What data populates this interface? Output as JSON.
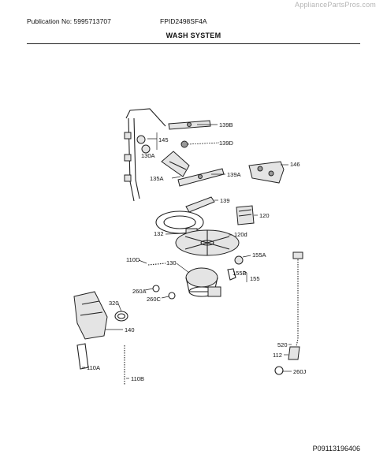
{
  "header": {
    "watermark": "AppliancePartsPros.com",
    "publication": "Publication No: 5995713707",
    "model": "FPID2498SF4A",
    "section_title": "WASH SYSTEM"
  },
  "footer": {
    "document_number": "P09113196406"
  },
  "callouts": [
    {
      "id": "139B",
      "text": "139B"
    },
    {
      "id": "139D",
      "text": "139D"
    },
    {
      "id": "145",
      "text": "145"
    },
    {
      "id": "130A",
      "text": "130A"
    },
    {
      "id": "146",
      "text": "146"
    },
    {
      "id": "135A",
      "text": "135A"
    },
    {
      "id": "139A",
      "text": "139A"
    },
    {
      "id": "139",
      "text": "139"
    },
    {
      "id": "120",
      "text": "120"
    },
    {
      "id": "132",
      "text": "132"
    },
    {
      "id": "120d",
      "text": "120d"
    },
    {
      "id": "110D",
      "text": "110D"
    },
    {
      "id": "155A",
      "text": "155A"
    },
    {
      "id": "130",
      "text": "130"
    },
    {
      "id": "155B",
      "text": "155B"
    },
    {
      "id": "155",
      "text": "155"
    },
    {
      "id": "260A",
      "text": "260A"
    },
    {
      "id": "260C",
      "text": "260C"
    },
    {
      "id": "320",
      "text": "320"
    },
    {
      "id": "140",
      "text": "140"
    },
    {
      "id": "110A",
      "text": "110A"
    },
    {
      "id": "110B",
      "text": "110B"
    },
    {
      "id": "520",
      "text": "520"
    },
    {
      "id": "112",
      "text": "112"
    },
    {
      "id": "260J",
      "text": "260J"
    }
  ]
}
